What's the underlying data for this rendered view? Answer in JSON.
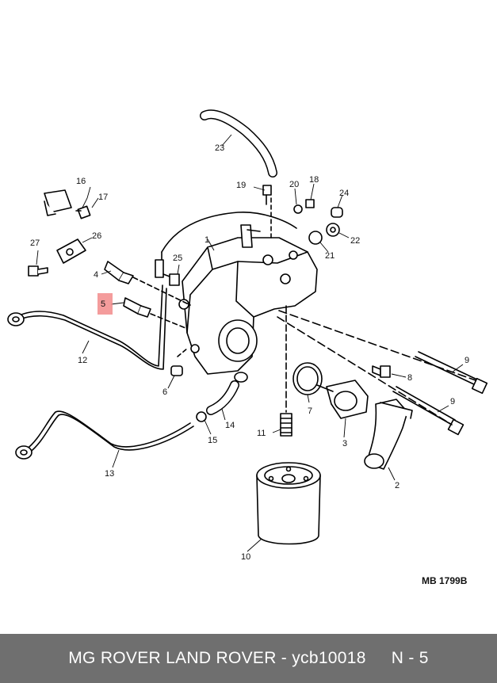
{
  "diagram": {
    "callouts": [
      "1",
      "2",
      "3",
      "4",
      "5",
      "6",
      "7",
      "8",
      "9",
      "9",
      "10",
      "11",
      "12",
      "13",
      "14",
      "15",
      "16",
      "17",
      "18",
      "19",
      "20",
      "21",
      "22",
      "23",
      "24",
      "25",
      "26",
      "27"
    ],
    "highlighted_callout": "5",
    "highlight_color": "#f28b8b",
    "reference_code": "MB 1799B"
  },
  "footer": {
    "text": "MG ROVER LAND ROVER - ycb10018",
    "section": "N - 5",
    "background": "#6f6f6f"
  }
}
